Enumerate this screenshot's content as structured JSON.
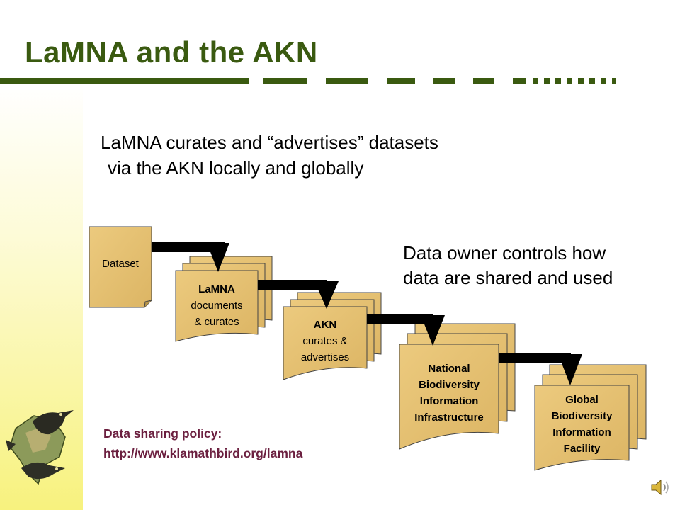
{
  "slide": {
    "title": "LaMNA and the AKN",
    "headline": {
      "line1": "LaMNA curates and “advertises” datasets",
      "line2": "via the AKN locally and globally"
    },
    "owner_note": {
      "line1": "Data owner controls how",
      "line2": "data are shared and used"
    },
    "policy": {
      "label": "Data sharing policy:",
      "url": "http://www.klamathbird.org/lamna"
    }
  },
  "diagram": {
    "dataset": "Dataset",
    "lamna": {
      "name": "LaMNA",
      "line2": "documents",
      "line3": "& curates"
    },
    "akn": {
      "name": "AKN",
      "line2": "curates &",
      "line3": "advertises"
    },
    "nbii": {
      "line1": "National",
      "line2": "Biodiversity",
      "line3": "Information",
      "line4": "Infrastructure"
    },
    "gbif": {
      "line1": "Global",
      "line2": "Biodiversity",
      "line3": "Information",
      "line4": "Facility"
    }
  },
  "icons": {
    "bird_logo": "bird-map-logo-icon",
    "speaker": "speaker-icon"
  },
  "colors": {
    "title": "#3a5a10",
    "doc_fill": "#e4c071",
    "policy_text": "#6b1f3f",
    "sidebar_bottom": "#f7f27e"
  }
}
